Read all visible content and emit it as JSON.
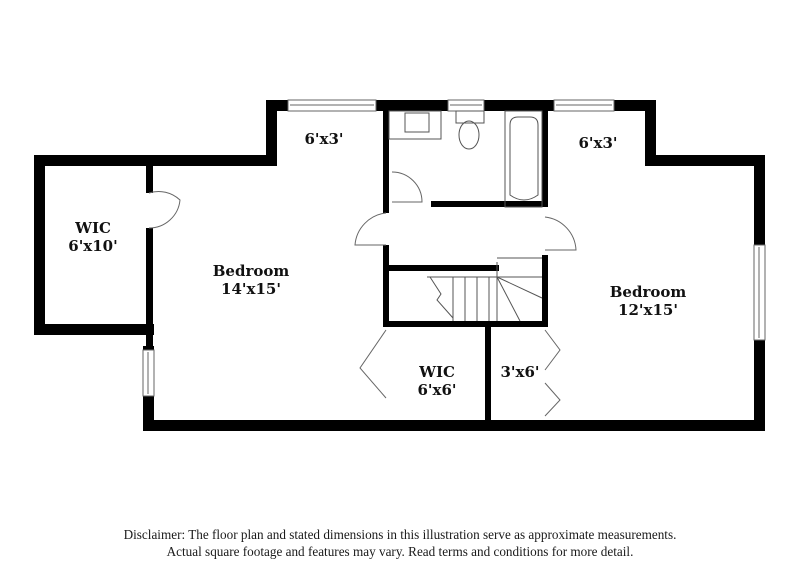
{
  "floor_plan": {
    "rooms": [
      {
        "id": "wic-left",
        "name": "WIC",
        "dims": "6'x10'"
      },
      {
        "id": "bedroom-left",
        "name": "Bedroom",
        "dims": "14'x15'"
      },
      {
        "id": "alcove-left",
        "name": "",
        "dims": "6'x3'"
      },
      {
        "id": "bathroom",
        "name": "",
        "dims": ""
      },
      {
        "id": "alcove-right",
        "name": "",
        "dims": "6'x3'"
      },
      {
        "id": "bedroom-right",
        "name": "Bedroom",
        "dims": "12'x15'"
      },
      {
        "id": "wic-center",
        "name": "WIC",
        "dims": "6'x6'"
      },
      {
        "id": "closet",
        "name": "",
        "dims": "3'x6'"
      }
    ],
    "fixtures": [
      "sink-icon",
      "toilet-icon",
      "bathtub-icon",
      "staircase-icon"
    ],
    "colors": {
      "wall": "#000000",
      "fixture_line": "#555555",
      "background": "#ffffff"
    }
  },
  "disclaimer": {
    "line1": "Disclaimer: The floor plan and stated dimensions in this illustration serve as approximate measurements.",
    "line2": "Actual square footage and features may vary. Read terms and conditions for more detail."
  }
}
